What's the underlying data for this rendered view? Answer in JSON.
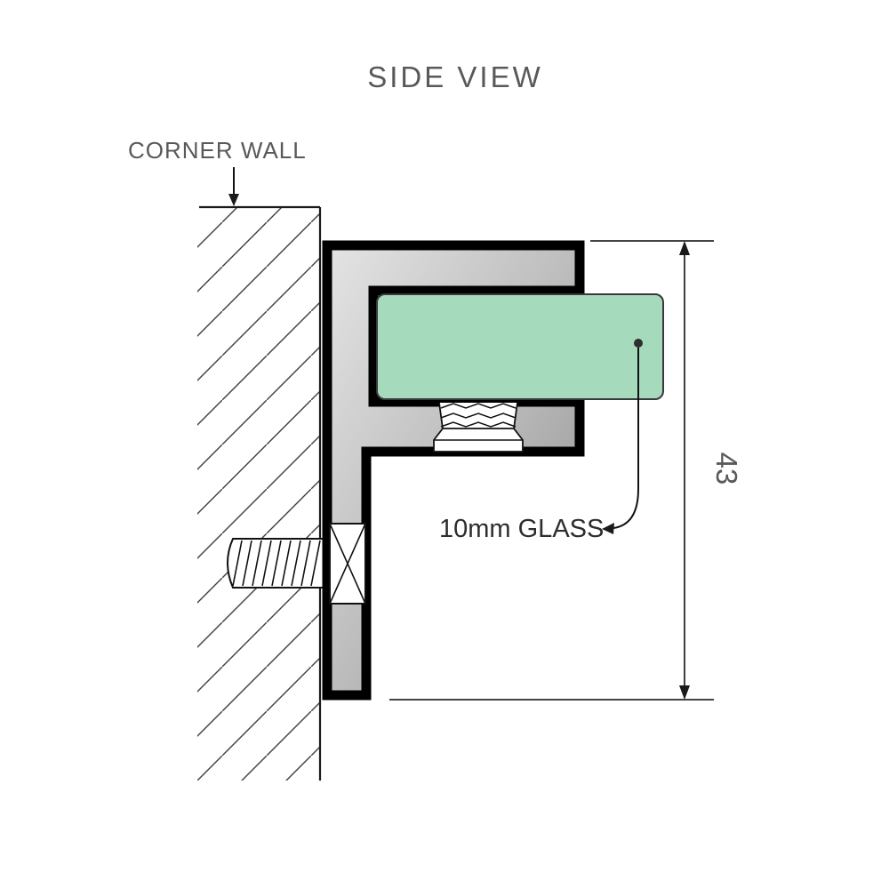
{
  "diagram": {
    "title": "SIDE VIEW",
    "wall_label": "CORNER WALL",
    "glass_label": "10mm GLASS",
    "dimension_value": "43"
  },
  "colors": {
    "glass_fill": "#a6dabc",
    "glass_stroke": "#3a3a3a",
    "metal_light": "#e4e4e4",
    "metal_mid": "#bdbdbd",
    "metal_dark": "#8e8e8e",
    "outline": "#000000",
    "line": "#2a2a2a",
    "text_gray": "#595959",
    "text_dark": "#2e2e2e"
  }
}
